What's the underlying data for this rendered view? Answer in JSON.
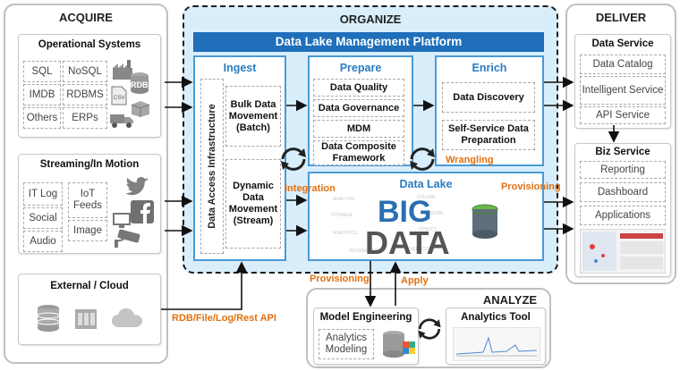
{
  "acquire": {
    "title": "ACQUIRE",
    "operational": {
      "title": "Operational Systems",
      "items": [
        "SQL",
        "NoSQL",
        "IMDB",
        "RDBMS",
        "Others",
        "ERPs"
      ],
      "rdb_label": "RDB"
    },
    "streaming": {
      "title": "Streaming/In Motion",
      "items": [
        "IT Log",
        "IoT Feeds",
        "Social",
        "Image",
        "Audio"
      ]
    },
    "external": {
      "title": "External / Cloud"
    }
  },
  "organize": {
    "title": "ORGANIZE",
    "platform": "Data Lake Management Platform",
    "ingest": {
      "title": "Ingest",
      "infra": "Data Access Infrastructure",
      "bulk": "Bulk Data Movement (Batch)",
      "dynamic": "Dynamic Data Movement (Stream)"
    },
    "prepare": {
      "title": "Prepare",
      "items": [
        "Data Quality",
        "Data Governance",
        "MDM",
        "Data Composite Framework"
      ]
    },
    "enrich": {
      "title": "Enrich",
      "items": [
        "Data Discovery",
        "Self-Service Data Preparation"
      ]
    },
    "wrangling": "Wrangling",
    "integration": "Integration",
    "provisioning_right": "Provisioning",
    "data_lake": {
      "title": "Data Lake",
      "big": "BIG",
      "data": "DATA"
    }
  },
  "deliver": {
    "title": "DELIVER",
    "data_service": {
      "title": "Data Service",
      "items": [
        "Data Catalog",
        "Intelligent Service",
        "API Service"
      ]
    },
    "biz_service": {
      "title": "Biz Service",
      "items": [
        "Reporting",
        "Dashboard",
        "Applications"
      ]
    }
  },
  "analyze": {
    "title": "ANALYZE",
    "provisioning": "Provisioning",
    "apply": "Apply",
    "model": {
      "title": "Model Engineering",
      "item": "Analytics Modeling"
    },
    "tool": {
      "title": "Analytics Tool"
    }
  },
  "rdb_api_label": "RDB/File/Log/Rest API",
  "colors": {
    "blue": "#1f6fba",
    "accent_blue": "#2a7cc1",
    "orange": "#e07010",
    "organize_bg": "#d9eefb"
  }
}
